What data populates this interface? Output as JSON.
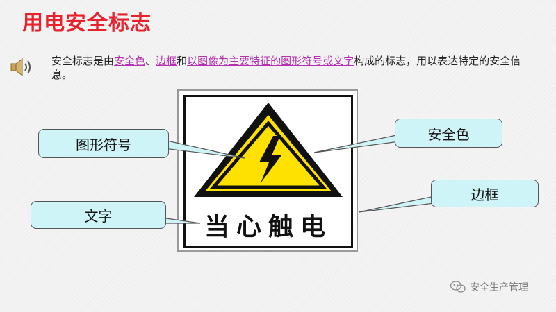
{
  "title": "用电安全标志",
  "description": {
    "seg1": "安全标志是由",
    "hl1": "安全色",
    "seg2": "、",
    "hl2": "边框",
    "seg3": "和",
    "hl3": "以图像为主要特征的图形符号或文字",
    "seg4": "构成的标志，用以表达特定的安全信息。"
  },
  "sign": {
    "text": "当心触电"
  },
  "callouts": {
    "graphic_symbol": "图形符号",
    "safety_color": "安全色",
    "border": "边框",
    "text": "文字"
  },
  "watermark": "安全生产管理",
  "icons": {
    "speaker": "speaker-icon",
    "wechat": "wechat-icon",
    "lightning": "lightning-bolt-icon"
  },
  "colors": {
    "title": "#e8212b",
    "highlight": "#b52fb0",
    "callout_bg": "#cff4f7",
    "sign_yellow": "#ffe100"
  }
}
